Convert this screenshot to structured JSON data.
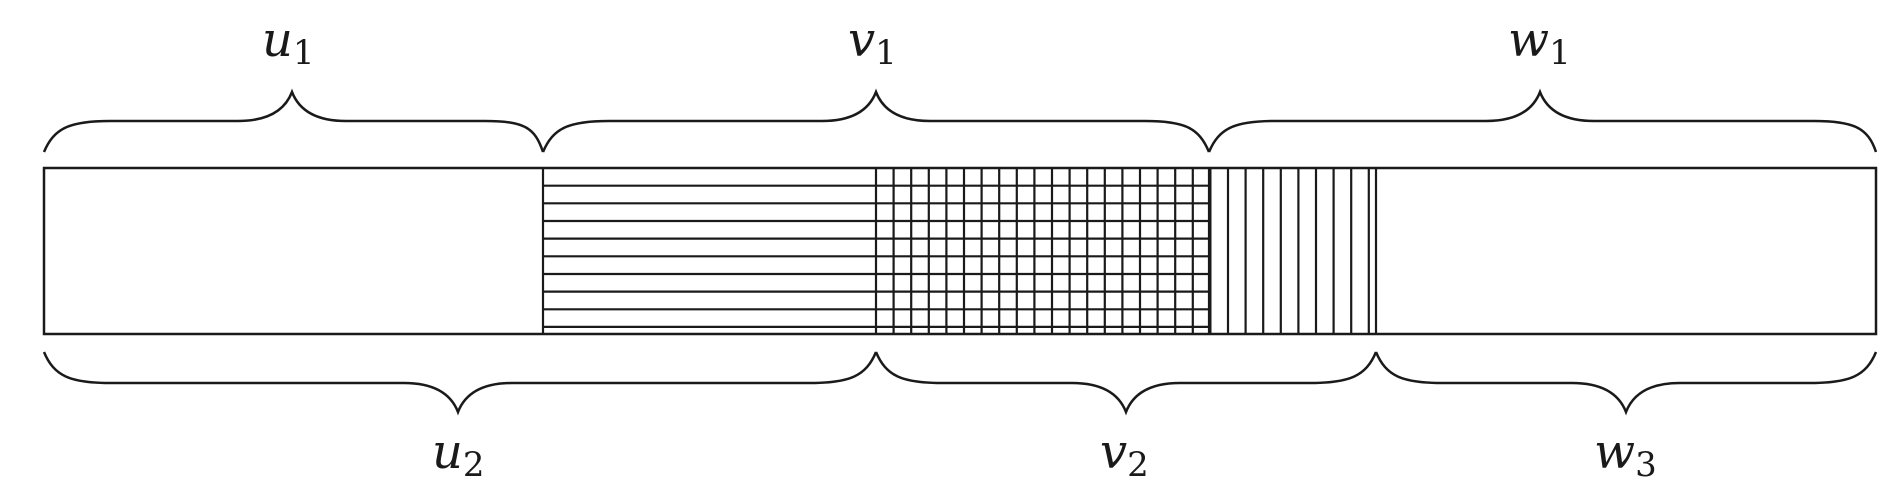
{
  "diagram": {
    "top_labels": [
      {
        "var": "u",
        "sub": "1"
      },
      {
        "var": "v",
        "sub": "1"
      },
      {
        "var": "w",
        "sub": "1"
      }
    ],
    "bottom_labels": [
      {
        "var": "u",
        "sub": "2"
      },
      {
        "var": "v",
        "sub": "2"
      },
      {
        "var": "w",
        "sub": "3"
      }
    ],
    "regions": [
      {
        "fill": "none"
      },
      {
        "fill": "horizontal-lines"
      },
      {
        "fill": "grid"
      },
      {
        "fill": "vertical-lines"
      },
      {
        "fill": "none"
      }
    ],
    "colors": {
      "stroke": "#1a1a1a",
      "background": "#ffffff"
    }
  }
}
